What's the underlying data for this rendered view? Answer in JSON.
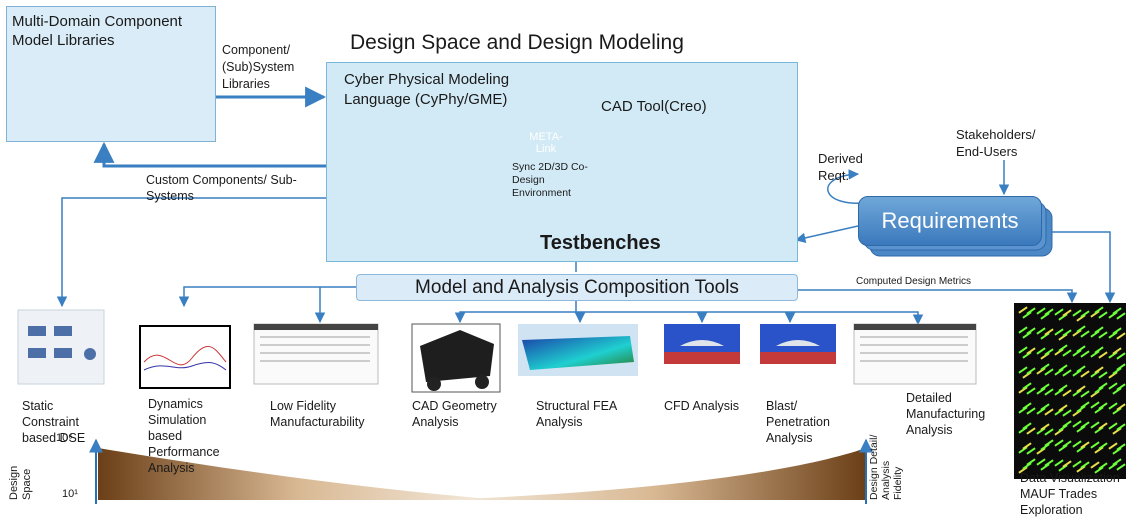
{
  "title": "Design Space and Design Modeling",
  "libraries": {
    "title": "Multi-Domain Component Model Libraries"
  },
  "flow_labels": {
    "component_libraries": "Component/ (Sub)System Libraries",
    "custom_components": "Custom Components/ Sub-Systems",
    "derived_reqt": "Derived Reqt.",
    "stakeholders": "Stakeholders/ End-Users",
    "computed_metrics": "Computed Design Metrics"
  },
  "cyphy": {
    "title": "Cyber Physical Modeling Language (CyPhy/GME)"
  },
  "cad_tool": {
    "title": "CAD Tool(Creo)"
  },
  "meta_link": {
    "label": "META- Link",
    "sync_text": "Sync 2D/3D Co-Design Environment"
  },
  "testbenches": "Testbenches",
  "requirements": "Requirements",
  "composition_tools": "Model and Analysis Composition Tools",
  "analyses": [
    "Static Constraint based DSE",
    "Dynamics Simulation based Performance Analysis",
    "Low Fidelity Manufacturability",
    "CAD Geometry Analysis",
    "Structural FEA Analysis",
    "CFD Analysis",
    "Blast/ Penetration Analysis",
    "Detailed Manufacturing Analysis",
    "Data Visualization MAUF Trades Exploration"
  ],
  "axis": {
    "design_space": "Design Space",
    "y_top": "10⁶",
    "y_bottom": "10¹",
    "fidelity": "Design Detail/ Analysis Fidelity"
  },
  "colors": {
    "panel_blue": "#d2eaf6",
    "arrow_blue": "#3a7fc1",
    "requirements_blue": "#3b79bd",
    "brown_area": "#8a5a2b"
  }
}
